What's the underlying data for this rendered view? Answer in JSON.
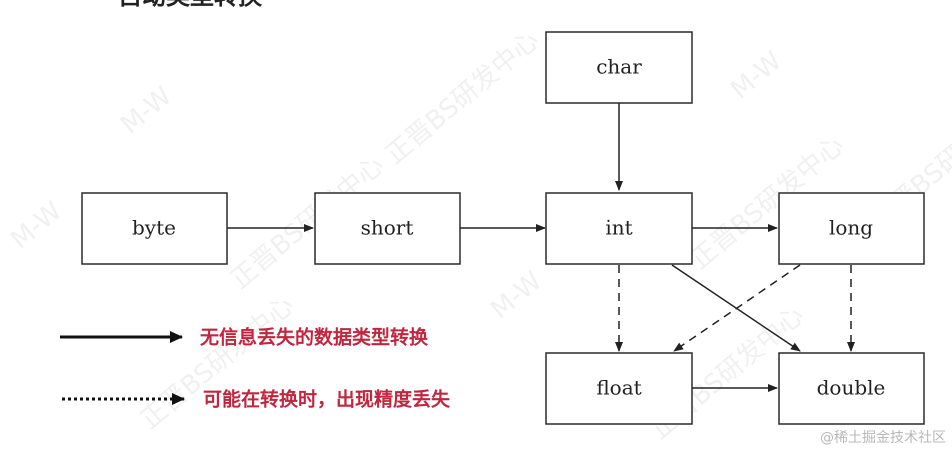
{
  "title": "自动类型转换",
  "nodes": {
    "char": "char",
    "byte": "byte",
    "short": "short",
    "int": "int",
    "long": "long",
    "float": "float",
    "double": "double"
  },
  "edges": [
    {
      "from": "byte",
      "to": "short",
      "style": "solid"
    },
    {
      "from": "short",
      "to": "int",
      "style": "solid"
    },
    {
      "from": "char",
      "to": "int",
      "style": "solid"
    },
    {
      "from": "int",
      "to": "long",
      "style": "solid"
    },
    {
      "from": "int",
      "to": "float",
      "style": "dashed"
    },
    {
      "from": "int",
      "to": "double",
      "style": "solid"
    },
    {
      "from": "long",
      "to": "float",
      "style": "dashed"
    },
    {
      "from": "long",
      "to": "double",
      "style": "dashed"
    },
    {
      "from": "float",
      "to": "double",
      "style": "solid"
    }
  ],
  "legend": {
    "solid_label": "无信息丢失的数据类型转换",
    "dotted_label": "可能在转换时，出现精度丢失"
  },
  "watermark": {
    "text_1": "M-W",
    "text_2": "正晋BS研发中心"
  },
  "credit": "@稀土掘金技术社区",
  "colors": {
    "legend_text": "#c0273f",
    "line": "#222222"
  }
}
